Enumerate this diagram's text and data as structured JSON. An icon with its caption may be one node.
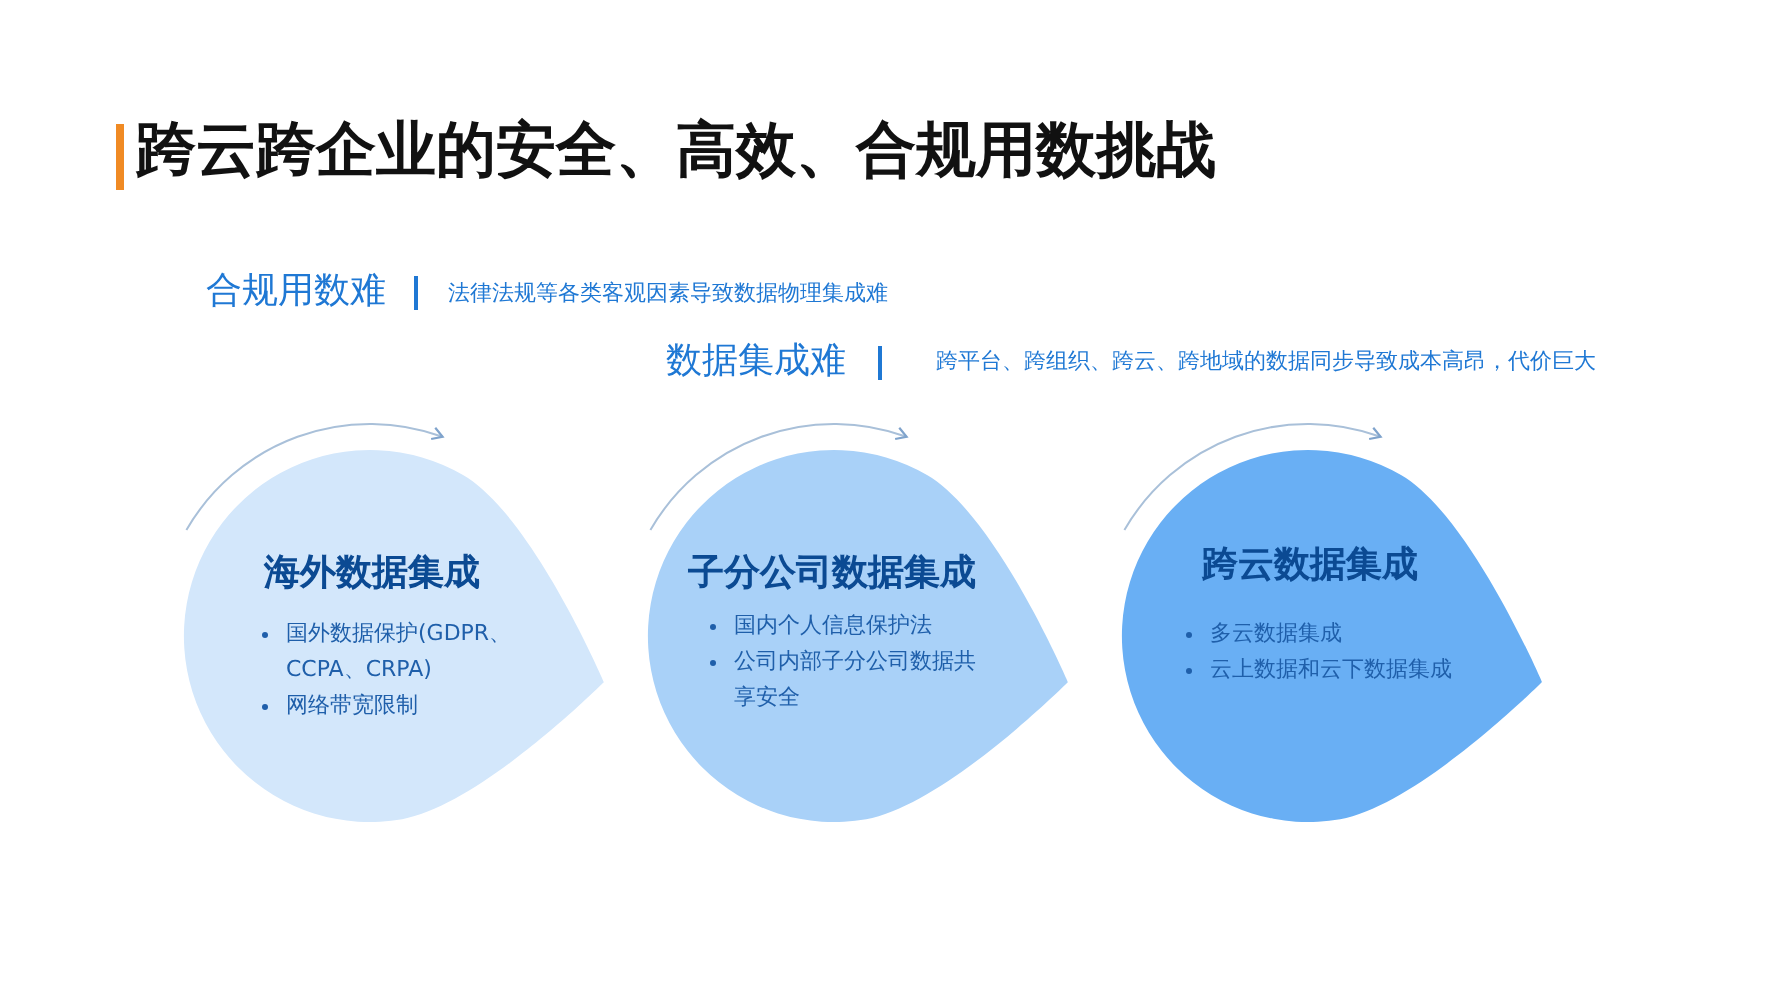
{
  "diagram": {
    "title": "跨云跨企业的安全、高效、合规用数挑战",
    "nodes": [
      {
        "text": [
          "海外数据集成",
          "国外数据保护(GDPR、CCPA、CRPA)",
          "网络带宽限制"
        ]
      },
      {
        "text": [
          "子分公司数据集成",
          "国内个人信息保护法",
          "公司内部子分公司数据共享安全"
        ]
      },
      {
        "text": [
          "跨云数据集成",
          "多云数据集成",
          "云上数据和云下数据集成"
        ]
      }
    ],
    "labels": [
      "合规用数难",
      "法律法规等各类客观因素导致数据物理集成难",
      "数据集成难",
      "跨平台、跨组织、跨云、跨地域的数据同步导致成本高昂，代价巨大"
    ]
  }
}
